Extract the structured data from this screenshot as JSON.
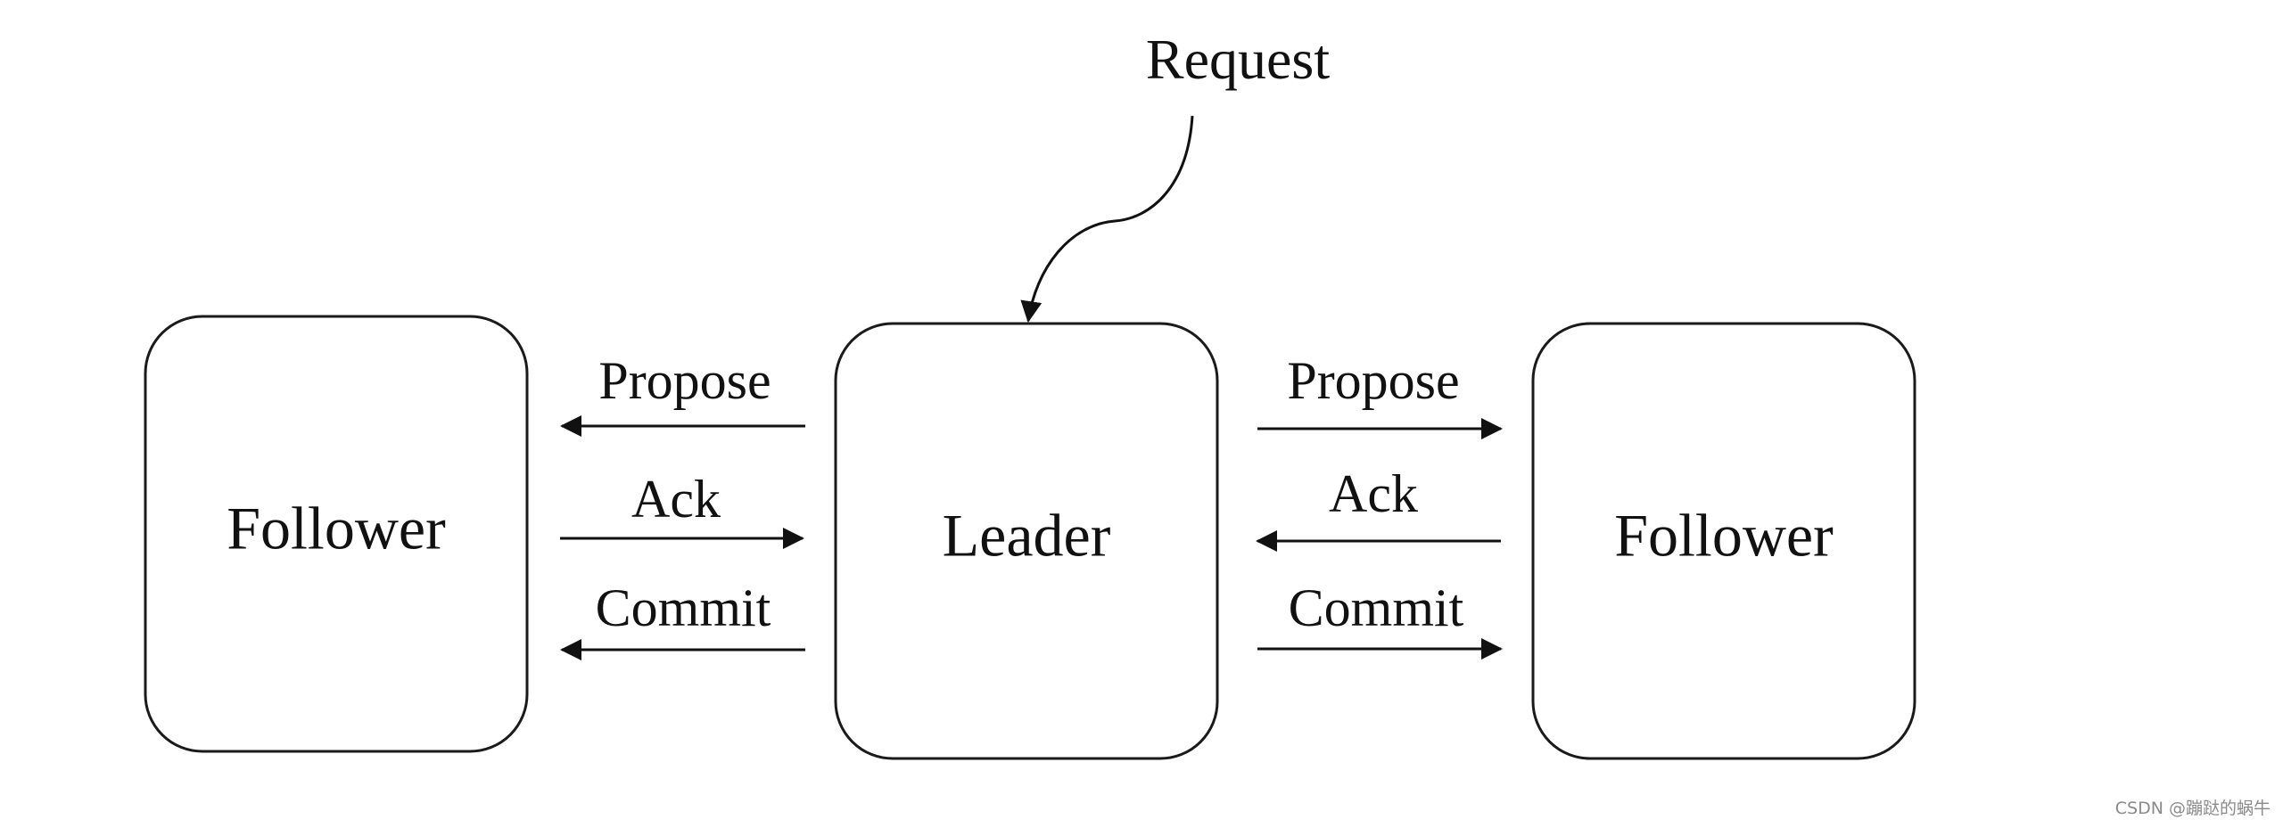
{
  "nodes": {
    "follower_left": "Follower",
    "leader": "Leader",
    "follower_right": "Follower"
  },
  "request": "Request",
  "edges": {
    "left_propose": "Propose",
    "left_ack": "Ack",
    "left_commit": "Commit",
    "right_propose": "Propose",
    "right_ack": "Ack",
    "right_commit": "Commit"
  },
  "watermark": "CSDN @蹦跶的蜗牛",
  "colors": {
    "stroke": "#111111",
    "background": "#ffffff",
    "watermark": "#8a8a8a"
  }
}
